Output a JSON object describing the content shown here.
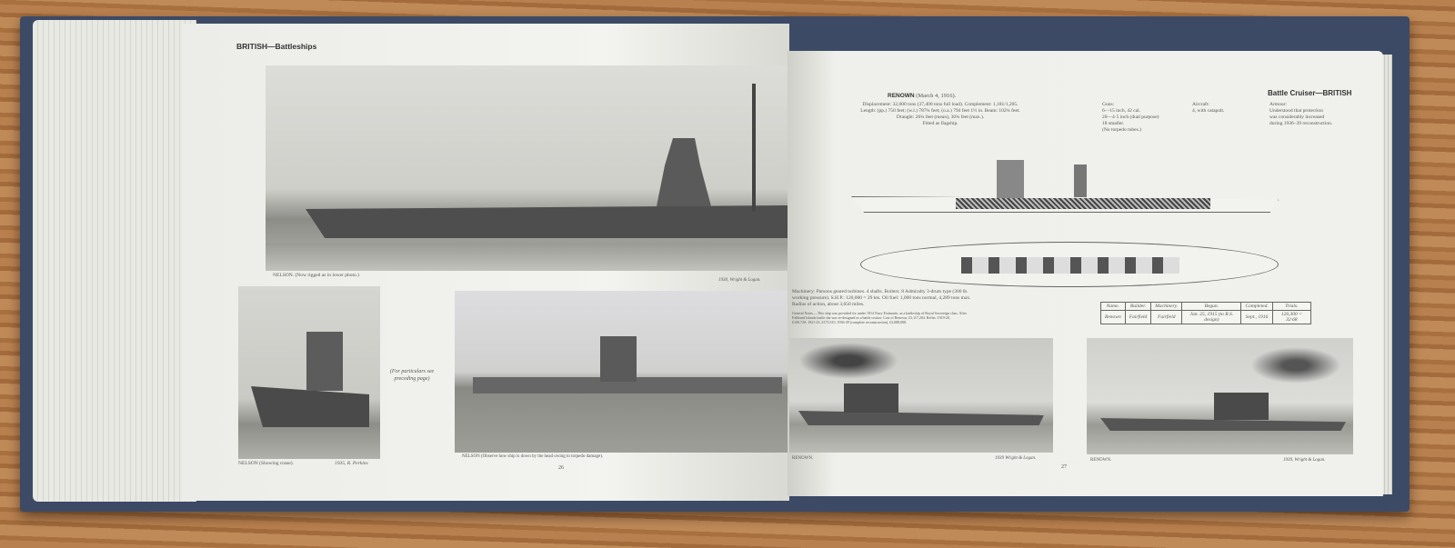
{
  "left_page": {
    "header": "BRITISH—Battleships",
    "caption_top": "NELSON. (Now rigged as in lower photo.)",
    "credit_top": "1930, Wright & Logan.",
    "note": "(For particulars see preceding page)",
    "caption_small": "NELSON (Showing crane).",
    "credit_small": "1935, R. Perkins",
    "caption_mid": "NELSON (Observe how ship is down by the head owing to torpedo damage).",
    "page_number": "26"
  },
  "right_page": {
    "header": "Battle Cruiser—BRITISH",
    "ship_title": "RENOWN",
    "ship_date": "(March 4, 1916).",
    "specs": [
      "Displacement: 32,000 tons (37,400 tons full load). Complement: 1,181/1,205.",
      "Length: (pp.) 750 feet; (w.l.) 787¾ feet; (o.a.) 794 feet 1½ in. Beam: 102¾ feet.",
      "Draught: 26¾ feet (mean), 30¾ feet (max.).",
      "Fitted as flagship."
    ],
    "guns": [
      "Guns:",
      "6—15 inch, 42 cal.",
      "20—4·5 inch (dual purpose)",
      "18 smaller.",
      "(No torpedo tubes.)"
    ],
    "aircraft": [
      "Aircraft:",
      "4, with catapult."
    ],
    "armour": [
      "Armour:",
      "Understood that protection",
      "was considerably increased",
      "during 1936–39 reconstruction."
    ],
    "machinery": [
      "Machinery: Parsons geared turbines. 4 shafts. Boilers: 8 Admiralty 3-drum type (300 lb.",
      "working pressure). S.H.P.: 120,000 = 29 kts. Oil fuel: 1,000 tons normal, 4,289 tons max.",
      "Radius of action, about 3,650 miles."
    ],
    "general_notes": [
      "General Notes.—This ship was provided for under 1914 Navy Estimates, as a battleship of Royal Sovereign class. After",
      "Falkland Islands battle she was re-designed as a battle cruiser. Cost of Renown, £3,117,204. Refits: 1919-20,",
      "£100,720; 1921-23, £173,515; 1936-39 (complete reconstruction), £3,088,008."
    ],
    "table": {
      "headers": [
        "Name.",
        "Builder.",
        "Machinery.",
        "Begun.",
        "Completed.",
        "Trials."
      ],
      "row": [
        "Renown",
        "Fairfield",
        "Fairfield",
        "Jan. 25, 1915 (to R.S. design)",
        "Sept., 1916",
        "126,300 = 32·68"
      ]
    },
    "caption_left": "RENOWN.",
    "credit_left": "1939 Wright & Logan.",
    "caption_right": "RENOWN.",
    "credit_right": "1939, Wright & Logan.",
    "page_number": "27"
  }
}
